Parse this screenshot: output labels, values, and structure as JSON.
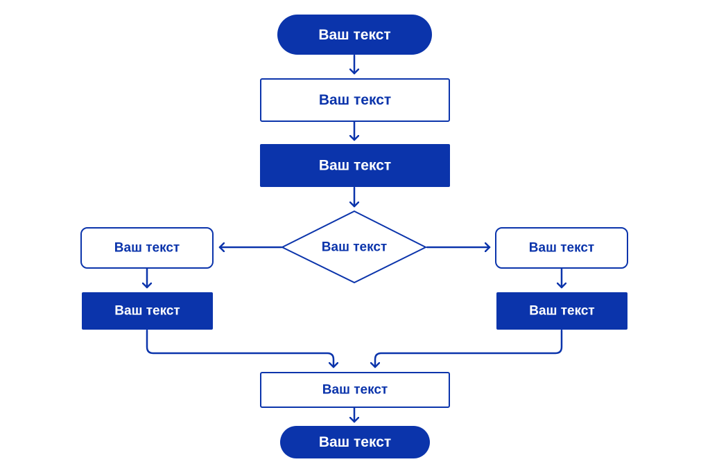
{
  "colors": {
    "primary": "#0b34ab",
    "background": "#ffffff"
  },
  "nodes": {
    "start": "Ваш текст",
    "step_1": "Ваш текст",
    "step_2": "Ваш текст",
    "decision": "Ваш текст",
    "left_step_1": "Ваш текст",
    "left_step_2": "Ваш текст",
    "right_step_1": "Ваш текст",
    "right_step_2": "Ваш текст",
    "merge_step": "Ваш текст",
    "end": "Ваш текст"
  },
  "edges": [
    {
      "from": "start",
      "to": "step_1"
    },
    {
      "from": "step_1",
      "to": "step_2"
    },
    {
      "from": "step_2",
      "to": "decision"
    },
    {
      "from": "decision",
      "to": "left_step_1"
    },
    {
      "from": "decision",
      "to": "right_step_1"
    },
    {
      "from": "left_step_1",
      "to": "left_step_2"
    },
    {
      "from": "right_step_1",
      "to": "right_step_2"
    },
    {
      "from": "left_step_2",
      "to": "merge_step"
    },
    {
      "from": "right_step_2",
      "to": "merge_step"
    },
    {
      "from": "merge_step",
      "to": "end"
    }
  ]
}
